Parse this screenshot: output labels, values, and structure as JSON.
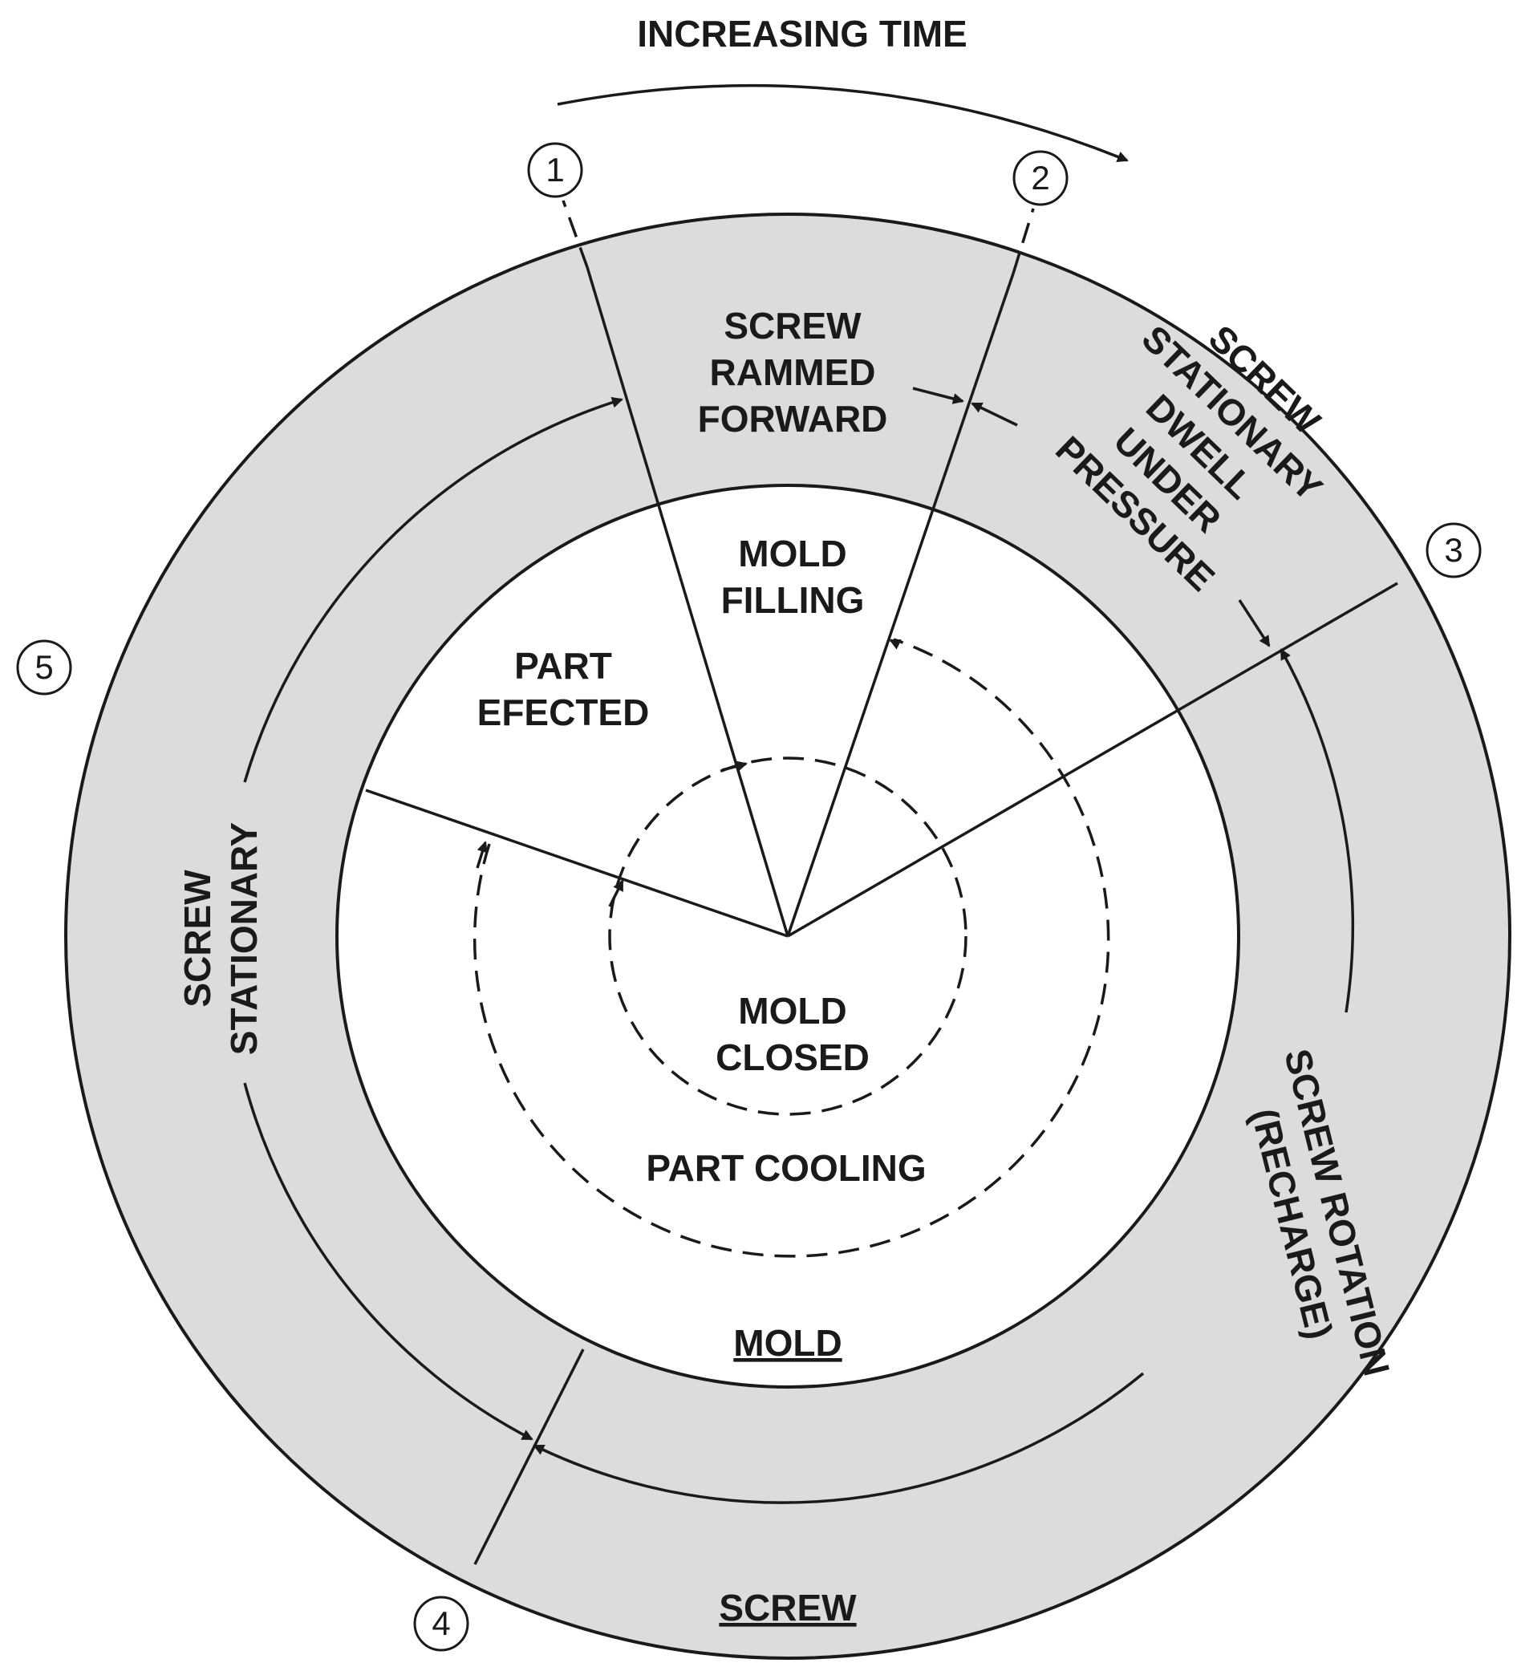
{
  "header": {
    "title": "INCREASING TIME"
  },
  "markers": [
    "1",
    "2",
    "3",
    "4",
    "5"
  ],
  "screw_ring": {
    "rammed": [
      "SCREW",
      "RAMMED",
      "FORWARD"
    ],
    "dwell": [
      "SCREW",
      "STATIONARY",
      "DWELL",
      "UNDER",
      "PRESSURE"
    ],
    "rotation": [
      "SCREW ROTATION",
      "(RECHARGE)"
    ],
    "stationary": [
      "SCREW",
      "STATIONARY"
    ],
    "label": "SCREW"
  },
  "mold_area": {
    "filling": [
      "MOLD",
      "FILLING"
    ],
    "ejected": [
      "PART",
      "EFECTED"
    ],
    "closed": [
      "MOLD",
      "CLOSED"
    ],
    "cooling": "PART COOLING",
    "label": "MOLD"
  },
  "colors": {
    "ring_fill": "#dcdcdc",
    "line": "#1a1a1a",
    "background": "#ffffff"
  }
}
